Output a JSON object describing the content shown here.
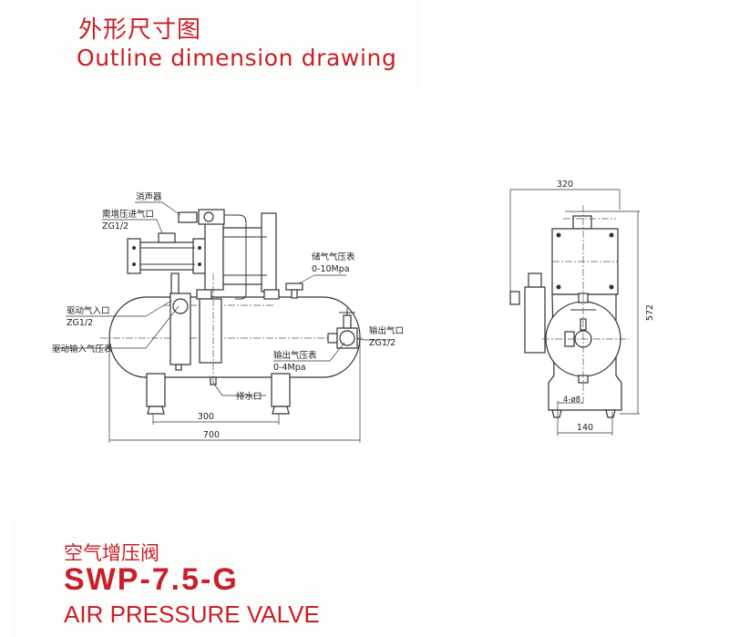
{
  "header": {
    "title_cn": "外形尺寸图",
    "title_en": "Outline dimension drawing"
  },
  "drawing": {
    "front_view": {
      "labels": {
        "muffler": "消声器",
        "boost_inlet": "需增压进气口",
        "boost_inlet_thread": "ZG1/2",
        "storage_gauge": "储气气压表",
        "storage_gauge_range": "0-10Mpa",
        "drive_inlet": "驱动气入口",
        "drive_inlet_thread": "ZG1/2",
        "drive_gauge": "驱动输入气压表",
        "outlet": "输出气口",
        "outlet_thread": "ZG1/2",
        "output_gauge": "输出气压表",
        "output_gauge_range": "0-4Mpa",
        "drain": "排水口"
      },
      "dimensions": {
        "leg_spacing": "300",
        "overall_length": "700"
      }
    },
    "side_view": {
      "dimensions": {
        "overall_width": "320",
        "overall_height": "572",
        "mount_holes": "4-ø8",
        "foot_spacing": "140"
      }
    }
  },
  "product": {
    "name_cn": "空气增压阀",
    "model": "SWP-7.5-G",
    "name_en": "AIR PRESSURE VALVE"
  },
  "colors": {
    "accent": "#c8202a"
  }
}
